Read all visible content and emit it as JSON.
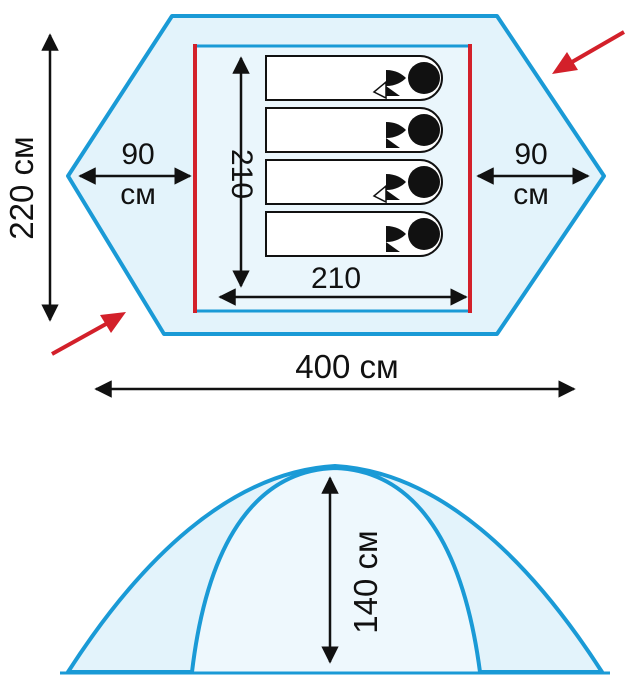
{
  "colors": {
    "tent_outline": "#1a9ad6",
    "tent_fill": "#e3f3fb",
    "inner_tent_wall": "#d3202a",
    "dimension_line": "#111111",
    "pointer_arrow": "#d3202a",
    "sleeping_bag_fill": "#ffffff",
    "sleeper_head": "#111111"
  },
  "top_view": {
    "total_width_label": "400 см",
    "total_depth_label": "220 см",
    "left_vestibule": {
      "value": "90",
      "unit": "см"
    },
    "right_vestibule": {
      "value": "90",
      "unit": "см"
    },
    "inner_length_label": "210",
    "inner_width_label": "210",
    "sleeping_places": 4,
    "entrance_arrows": 2
  },
  "side_view": {
    "height_label": "140 см"
  }
}
